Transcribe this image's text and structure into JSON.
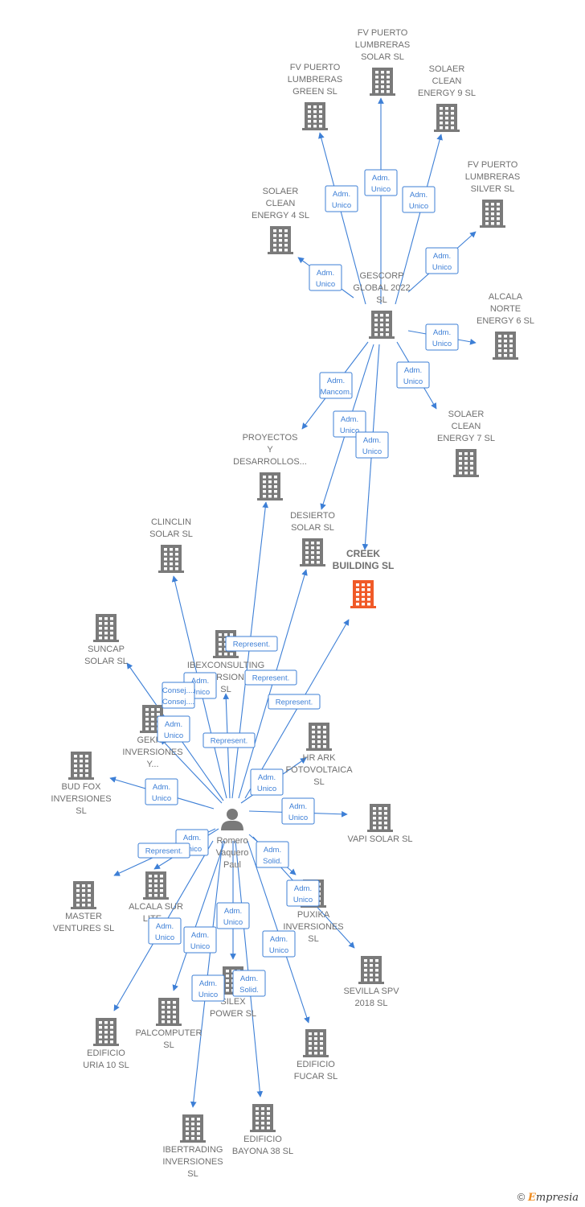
{
  "colors": {
    "edge": "#3d7fd6",
    "company": "#7a7a7a",
    "focus": "#f05a28",
    "person": "#7a7a7a"
  },
  "footer": {
    "copyright": "©",
    "brand_initial": "E",
    "brand_rest": "mpresia"
  },
  "nodes": [
    {
      "id": "creek",
      "type": "company",
      "focus": true,
      "label": [
        "CREEK",
        "BUILDING  SL"
      ]
    },
    {
      "id": "gescorp",
      "type": "company",
      "label": [
        "GESCORP",
        "GLOBAL 2022",
        "SL"
      ]
    },
    {
      "id": "fv_solar",
      "type": "company",
      "label": [
        "FV PUERTO",
        "LUMBRERAS",
        "SOLAR  SL"
      ]
    },
    {
      "id": "fv_green",
      "type": "company",
      "label": [
        "FV PUERTO",
        "LUMBRERAS",
        "GREEN  SL"
      ]
    },
    {
      "id": "solaer9",
      "type": "company",
      "label": [
        "SOLAER",
        "CLEAN",
        "ENERGY 9  SL"
      ]
    },
    {
      "id": "fv_silver",
      "type": "company",
      "label": [
        "FV PUERTO",
        "LUMBRERAS",
        "SILVER  SL"
      ]
    },
    {
      "id": "solaer4",
      "type": "company",
      "label": [
        "SOLAER",
        "CLEAN",
        "ENERGY 4  SL"
      ]
    },
    {
      "id": "alcala6",
      "type": "company",
      "label": [
        "ALCALA",
        "NORTE",
        "ENERGY 6  SL"
      ]
    },
    {
      "id": "solaer7",
      "type": "company",
      "label": [
        "SOLAER",
        "CLEAN",
        "ENERGY 7  SL"
      ]
    },
    {
      "id": "proyectos",
      "type": "company",
      "label": [
        "PROYECTOS",
        "Y",
        "DESARROLLOS..."
      ]
    },
    {
      "id": "desierto",
      "type": "company",
      "label": [
        "DESIERTO",
        "SOLAR  SL"
      ]
    },
    {
      "id": "clinclin",
      "type": "company",
      "label": [
        "CLINCLIN",
        "SOLAR  SL"
      ]
    },
    {
      "id": "suncap",
      "type": "company",
      "label": [
        "SUNCAP",
        "SOLAR  SL"
      ]
    },
    {
      "id": "ibex",
      "type": "company",
      "label": [
        "IBEXCONSULTING",
        "INVERSIONES",
        "SL"
      ]
    },
    {
      "id": "gekko",
      "type": "company",
      "label": [
        "GEKKO",
        "INVERSIONES",
        "Y..."
      ]
    },
    {
      "id": "hrark",
      "type": "company",
      "label": [
        "HR ARK",
        "FOTOVOLTAICA",
        "SL"
      ]
    },
    {
      "id": "budfox",
      "type": "company",
      "label": [
        "BUD FOX",
        "INVERSIONES",
        "SL"
      ]
    },
    {
      "id": "vapi",
      "type": "company",
      "label": [
        "VAPI SOLAR SL"
      ]
    },
    {
      "id": "person",
      "type": "person",
      "label": [
        "Romero",
        "Vaquero",
        "Paul"
      ]
    },
    {
      "id": "master",
      "type": "company",
      "label": [
        "MASTER",
        "VENTURES  SL"
      ]
    },
    {
      "id": "alcalasur",
      "type": "company",
      "label": [
        "ALCALA SUR",
        "LITE..."
      ]
    },
    {
      "id": "puxika",
      "type": "company",
      "label": [
        "PUXIKA",
        "INVERSIONES",
        "SL"
      ]
    },
    {
      "id": "sevilla",
      "type": "company",
      "label": [
        "SEVILLA SPV",
        "2018  SL"
      ]
    },
    {
      "id": "silex",
      "type": "company",
      "label": [
        "SILEX",
        "POWER  SL"
      ]
    },
    {
      "id": "palcomputer",
      "type": "company",
      "label": [
        "PALCOMPUTER",
        "SL"
      ]
    },
    {
      "id": "uria",
      "type": "company",
      "label": [
        "EDIFICIO",
        "URIA 10  SL"
      ]
    },
    {
      "id": "fucar",
      "type": "company",
      "label": [
        "EDIFICIO",
        "FUCAR  SL"
      ]
    },
    {
      "id": "bayona",
      "type": "company",
      "label": [
        "EDIFICIO",
        "BAYONA 38  SL"
      ]
    },
    {
      "id": "ibertrading",
      "type": "company",
      "label": [
        "IBERTRADING",
        "INVERSIONES",
        "SL"
      ]
    }
  ],
  "edges": [
    {
      "from": "gescorp",
      "to": "fv_solar",
      "label": [
        "Adm.",
        "Unico"
      ]
    },
    {
      "from": "gescorp",
      "to": "fv_green",
      "label": [
        "Adm.",
        "Unico"
      ]
    },
    {
      "from": "gescorp",
      "to": "solaer9",
      "label": [
        "Adm.",
        "Unico"
      ]
    },
    {
      "from": "gescorp",
      "to": "fv_silver",
      "label": [
        "Adm.",
        "Unico"
      ]
    },
    {
      "from": "gescorp",
      "to": "solaer4",
      "label": [
        "Adm.",
        "Unico"
      ]
    },
    {
      "from": "gescorp",
      "to": "alcala6",
      "label": [
        "Adm.",
        "Unico"
      ]
    },
    {
      "from": "gescorp",
      "to": "solaer7",
      "label": [
        "Adm.",
        "Unico"
      ]
    },
    {
      "from": "gescorp",
      "to": "proyectos",
      "label": [
        "Adm.",
        "Mancom."
      ]
    },
    {
      "from": "gescorp",
      "to": "desierto",
      "label": [
        "Adm.",
        "Unico"
      ]
    },
    {
      "from": "gescorp",
      "to": "creek",
      "label": [
        "Adm.",
        "Unico"
      ]
    },
    {
      "from": "person",
      "to": "proyectos",
      "label": [
        "Represent."
      ]
    },
    {
      "from": "person",
      "to": "desierto",
      "label": [
        "Represent."
      ]
    },
    {
      "from": "person",
      "to": "creek",
      "label": [
        "Represent."
      ]
    },
    {
      "from": "person",
      "to": "clinclin",
      "label": [
        "Adm.",
        "Unico"
      ]
    },
    {
      "from": "person",
      "to": "suncap",
      "label": [
        "Consej....",
        "Consej...."
      ]
    },
    {
      "from": "person",
      "to": "ibex",
      "label": [
        "Represent."
      ]
    },
    {
      "from": "person",
      "to": "gekko",
      "label": [
        "Adm.",
        "Unico"
      ]
    },
    {
      "from": "person",
      "to": "hrark",
      "label": [
        "Adm.",
        "Unico"
      ]
    },
    {
      "from": "person",
      "to": "budfox",
      "label": [
        "Adm.",
        "Unico"
      ]
    },
    {
      "from": "person",
      "to": "vapi",
      "label": [
        "Adm.",
        "Unico"
      ]
    },
    {
      "from": "person",
      "to": "master",
      "label": [
        "Adm.",
        "Unico"
      ]
    },
    {
      "from": "person",
      "to": "alcalasur",
      "label": [
        "Represent."
      ]
    },
    {
      "from": "person",
      "to": "puxika",
      "label": [
        "Adm.",
        "Solid."
      ]
    },
    {
      "from": "person",
      "to": "sevilla",
      "label": [
        "Adm.",
        "Unico"
      ]
    },
    {
      "from": "person",
      "to": "silex",
      "label": [
        "Adm.",
        "Unico"
      ]
    },
    {
      "from": "person",
      "to": "palcomputer",
      "label": [
        "Adm.",
        "Unico"
      ]
    },
    {
      "from": "person",
      "to": "uria",
      "label": [
        "Adm.",
        "Unico"
      ]
    },
    {
      "from": "person",
      "to": "fucar",
      "label": [
        "Adm.",
        "Unico"
      ]
    },
    {
      "from": "person",
      "to": "bayona",
      "label": [
        "Adm.",
        "Solid."
      ]
    },
    {
      "from": "person",
      "to": "ibertrading",
      "label": [
        "Adm.",
        "Unico"
      ]
    }
  ]
}
